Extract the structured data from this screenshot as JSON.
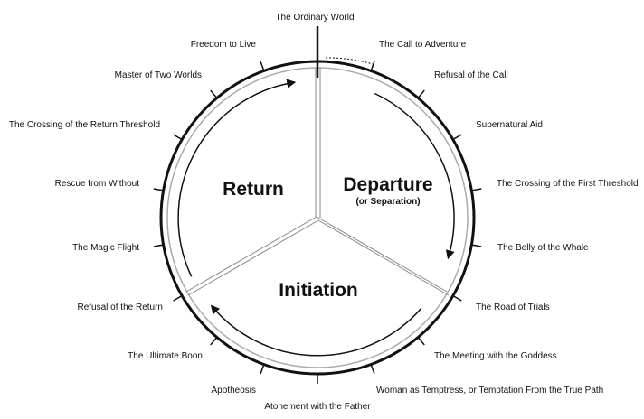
{
  "sections": {
    "departure": {
      "title": "Departure",
      "subtitle": "(or Separation)"
    },
    "initiation": {
      "title": "Initiation"
    },
    "return": {
      "title": "Return"
    }
  },
  "stages": [
    {
      "label": "The Ordinary World"
    },
    {
      "label": "The Call to Adventure"
    },
    {
      "label": "Refusal of the Call"
    },
    {
      "label": "Supernatural Aid"
    },
    {
      "label": "The Crossing of the First Threshold"
    },
    {
      "label": "The Belly of the Whale"
    },
    {
      "label": "The Road of Trials"
    },
    {
      "label": "The Meeting with the Goddess"
    },
    {
      "label": "Woman as Temptress, or Temptation From the True Path"
    },
    {
      "label": "Atonement with the Father"
    },
    {
      "label": "Apotheosis"
    },
    {
      "label": "The Ultimate Boon"
    },
    {
      "label": "Refusal of the Return"
    },
    {
      "label": "The Magic Flight"
    },
    {
      "label": "Rescue from Without"
    },
    {
      "label": "The Crossing of the Return Threshold"
    },
    {
      "label": "Master of Two Worlds"
    },
    {
      "label": "Freedom to Live"
    }
  ]
}
